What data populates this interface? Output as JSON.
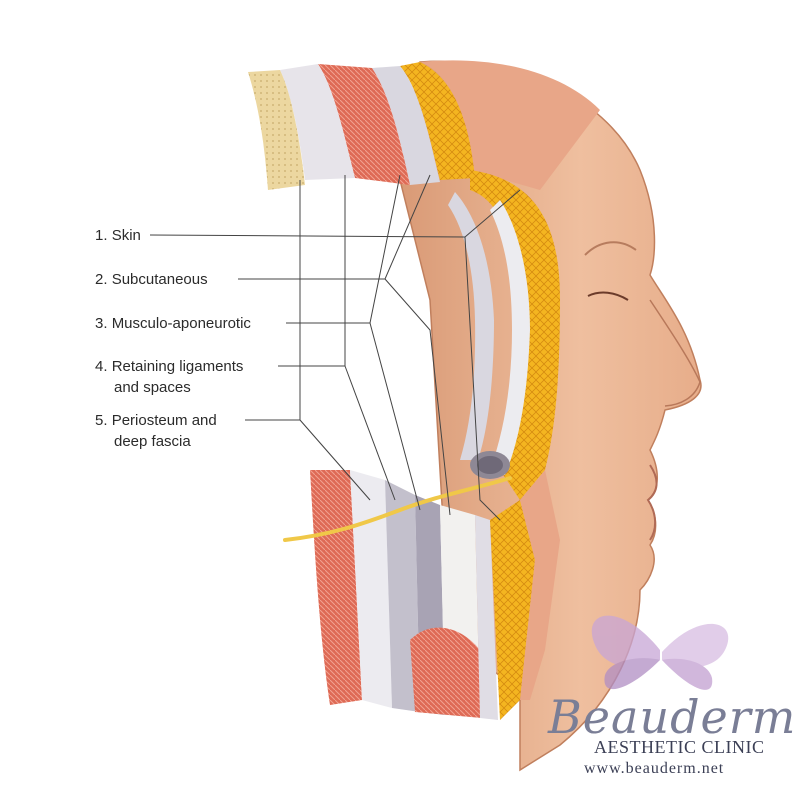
{
  "labels": [
    {
      "number": "1.",
      "text": "Skin"
    },
    {
      "number": "2.",
      "text": "Subcutaneous"
    },
    {
      "number": "3.",
      "text": "Musculo-aponeurotic"
    },
    {
      "number": "4.",
      "text": "Retaining ligaments",
      "text2": "and spaces"
    },
    {
      "number": "5.",
      "text": "Periosteum and",
      "text2": "deep fascia"
    }
  ],
  "watermark": {
    "brand": "Beauderm",
    "subtitle": "AESTHETIC CLINIC",
    "website": "www.beauderm.net"
  },
  "colors": {
    "skin": "#e9b18f",
    "skin_shadow": "#c98a68",
    "fat": "#f1b21e",
    "muscle": "#d95f4a",
    "fascia": "#d9d7e0",
    "bone": "#e8d39a",
    "nerve": "#f0c848",
    "butterfly": "#c8a6d6"
  }
}
